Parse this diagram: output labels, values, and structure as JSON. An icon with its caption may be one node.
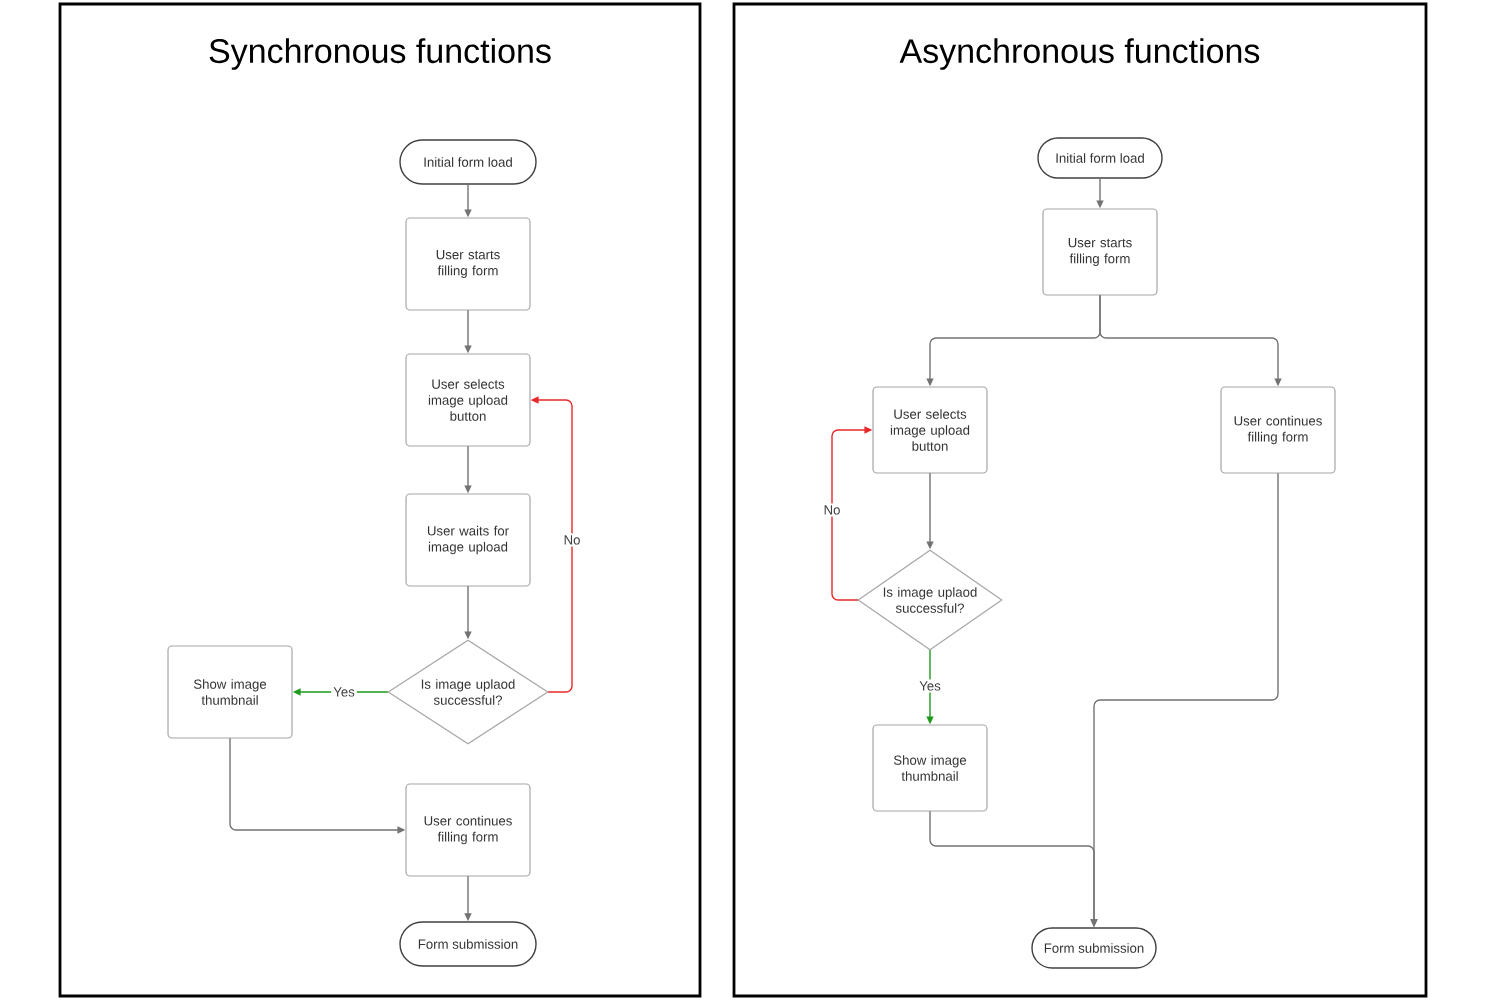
{
  "diagram": {
    "nodes": [
      {
        "text": [
          "Synchronous functions"
        ]
      },
      {
        "text": [
          "Initial form load"
        ],
        "in": 0
      },
      {
        "text": [
          "User starts filling form"
        ],
        "in": 0
      },
      {
        "text": [
          "User selects image upload button"
        ],
        "in": 0
      },
      {
        "text": [
          "User waits for image upload"
        ],
        "in": 0
      },
      {
        "text": [
          "Is image uplaod successful?"
        ],
        "in": 0
      },
      {
        "text": [
          "Show image thumbnail"
        ],
        "in": 0
      },
      {
        "text": [
          "User continues filling form"
        ],
        "in": 0
      },
      {
        "text": [
          "Form submission"
        ],
        "in": 0
      },
      {
        "text": [
          "Asynchronous functions"
        ]
      },
      {
        "text": [
          "Initial form load"
        ],
        "in": 9
      },
      {
        "text": [
          "User starts filling form"
        ],
        "in": 9
      },
      {
        "text": [
          "User selects image upload button"
        ],
        "in": 9
      },
      {
        "text": [
          "User continues filling form"
        ],
        "in": 9
      },
      {
        "text": [
          "Is image uplaod successful?"
        ],
        "in": 9
      },
      {
        "text": [
          "Show image thumbnail"
        ],
        "in": 9
      },
      {
        "text": [
          "Form submission"
        ],
        "in": 9
      }
    ],
    "edges": [
      {
        "from": 1,
        "to": 2,
        "arrow": "to"
      },
      {
        "from": 2,
        "to": 3,
        "arrow": "to"
      },
      {
        "from": 3,
        "to": 4,
        "arrow": "to"
      },
      {
        "from": 4,
        "to": 5,
        "arrow": "to"
      },
      {
        "from": 5,
        "to": 6,
        "arrow": "to",
        "label": "Yes",
        "color": "#1e9a1e"
      },
      {
        "from": 5,
        "to": 3,
        "arrow": "to",
        "label": "No",
        "color": "#e8282a"
      },
      {
        "from": 6,
        "to": 7,
        "arrow": "to"
      },
      {
        "from": 7,
        "to": 8,
        "arrow": "to"
      },
      {
        "from": 10,
        "to": 11,
        "arrow": "to"
      },
      {
        "from": 11,
        "to": 12,
        "arrow": "to"
      },
      {
        "from": 11,
        "to": 13,
        "arrow": "to"
      },
      {
        "from": 12,
        "to": 14,
        "arrow": "to"
      },
      {
        "from": 14,
        "to": 12,
        "arrow": "to",
        "label": "No",
        "color": "#e8282a"
      },
      {
        "from": 14,
        "to": 15,
        "arrow": "to",
        "label": "Yes",
        "color": "#1e9a1e"
      },
      {
        "from": 15,
        "to": 16,
        "arrow": "to"
      },
      {
        "from": 13,
        "to": 16,
        "arrow": "to"
      }
    ]
  }
}
